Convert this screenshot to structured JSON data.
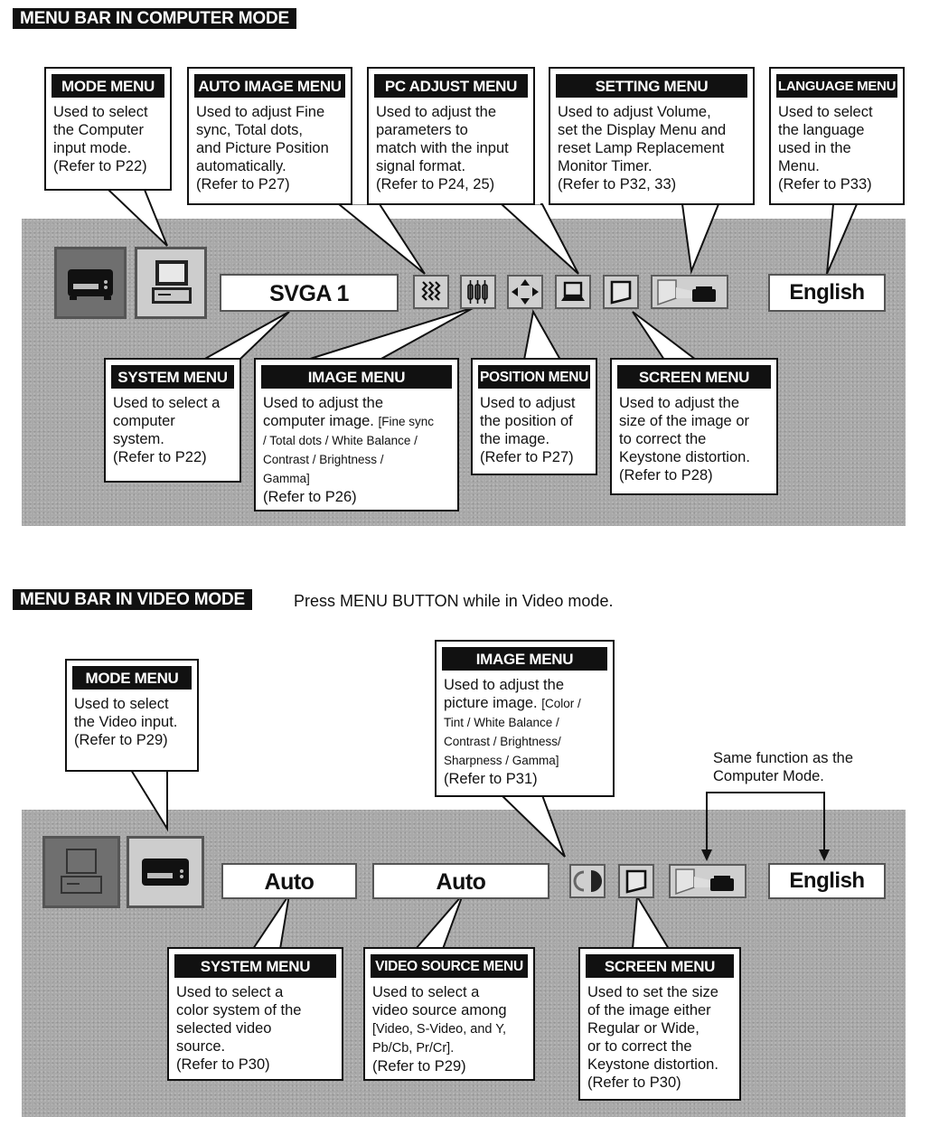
{
  "computer_section": {
    "title": "MENU BAR IN COMPUTER MODE",
    "menu_bar": {
      "system_value": "SVGA 1",
      "language_value": "English",
      "icons": [
        "video-mode-icon",
        "computer-mode-icon",
        "auto-image-icon",
        "image-adjust-icon",
        "position-icon",
        "pc-adjust-icon",
        "screen-icon",
        "setting-icon"
      ]
    },
    "callouts_top": [
      {
        "title": "MODE MENU",
        "body": "Used to select\nthe Computer\ninput mode.\n(Refer to P22)"
      },
      {
        "title": "AUTO IMAGE MENU",
        "body": "Used to adjust Fine\nsync, Total dots,\nand Picture Position\nautomatically.\n(Refer to P27)"
      },
      {
        "title": "PC ADJUST MENU",
        "body": "Used to adjust the\nparameters to\nmatch with the input\nsignal format.\n(Refer to P24, 25)"
      },
      {
        "title": "SETTING MENU",
        "body": "Used to adjust Volume,\nset the Display Menu and\nreset Lamp Replacement\nMonitor Timer.\n(Refer to P32, 33)"
      },
      {
        "title": "LANGUAGE MENU",
        "body": "Used to select\nthe language\nused in the\nMenu.\n(Refer to P33)"
      }
    ],
    "callouts_bottom": [
      {
        "title": "SYSTEM MENU",
        "body": "Used to select a\ncomputer\nsystem.\n(Refer to P22)"
      },
      {
        "title": "IMAGE MENU",
        "body_main": "Used to adjust the\ncomputer image.",
        "body_small": "[Fine sync\n/ Total dots / White Balance /\nContrast / Brightness /\nGamma]",
        "body_ref": "(Refer to P26)"
      },
      {
        "title": "POSITION MENU",
        "body": "Used to adjust\nthe position of\nthe image.\n(Refer to P27)"
      },
      {
        "title": "SCREEN MENU",
        "body": "Used to adjust the\nsize of the image or\nto correct the\nKeystone distortion.\n(Refer to P28)"
      }
    ]
  },
  "video_section": {
    "title": "MENU BAR IN VIDEO MODE",
    "instruction": "Press MENU BUTTON while in Video mode.",
    "menu_bar": {
      "system_value": "Auto",
      "video_source_value": "Auto",
      "language_value": "English",
      "icons": [
        "computer-mode-icon",
        "video-mode-icon",
        "image-adjust-icon",
        "screen-icon",
        "setting-icon"
      ]
    },
    "same_function_note": "Same function as the\nComputer Mode.",
    "callouts_top": [
      {
        "title": "MODE MENU",
        "body": "Used to select\nthe Video input.\n(Refer to P29)"
      },
      {
        "title": "IMAGE MENU",
        "body_main": "Used to adjust the\npicture image.",
        "body_small": "[Color /\nTint / White Balance /\nContrast / Brightness/\nSharpness / Gamma]",
        "body_ref": "(Refer to P31)"
      }
    ],
    "callouts_bottom": [
      {
        "title": "SYSTEM MENU",
        "body": "Used to select a\ncolor system of the\nselected video\nsource.\n(Refer to P30)"
      },
      {
        "title": "VIDEO SOURCE MENU",
        "body_main": "Used to select a\nvideo source among",
        "body_small": "[Video, S-Video, and Y,\nPb/Cb, Pr/Cr].",
        "body_ref": "(Refer to P29)"
      },
      {
        "title": "SCREEN MENU",
        "body": "Used to set the size\nof the image either\nRegular or  Wide,\nor to correct the\nKeystone distortion.\n(Refer to P30)"
      }
    ]
  }
}
